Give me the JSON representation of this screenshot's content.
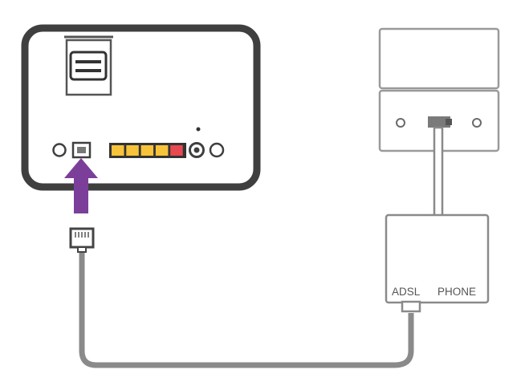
{
  "labels": {
    "adsl": "ADSL",
    "phone": "PHONE"
  },
  "colors": {
    "router_outline": "#3f3f3f",
    "cable": "#8a8a8a",
    "arrow": "#7b3f99",
    "indicator_yellow": "#f7c33a",
    "indicator_red": "#e8484f",
    "wall_plate_outline": "#9a9a9a",
    "background": "#ffffff"
  },
  "icons": {
    "router": "router-icon",
    "wall_socket": "wall-socket-icon",
    "splitter": "adsl-splitter-icon",
    "rj11_plug": "rj11-plug-icon",
    "arrow": "arrow-up-icon"
  },
  "indicator_lights": [
    {
      "status": "yellow"
    },
    {
      "status": "yellow"
    },
    {
      "status": "yellow"
    },
    {
      "status": "yellow"
    },
    {
      "status": "red"
    }
  ]
}
